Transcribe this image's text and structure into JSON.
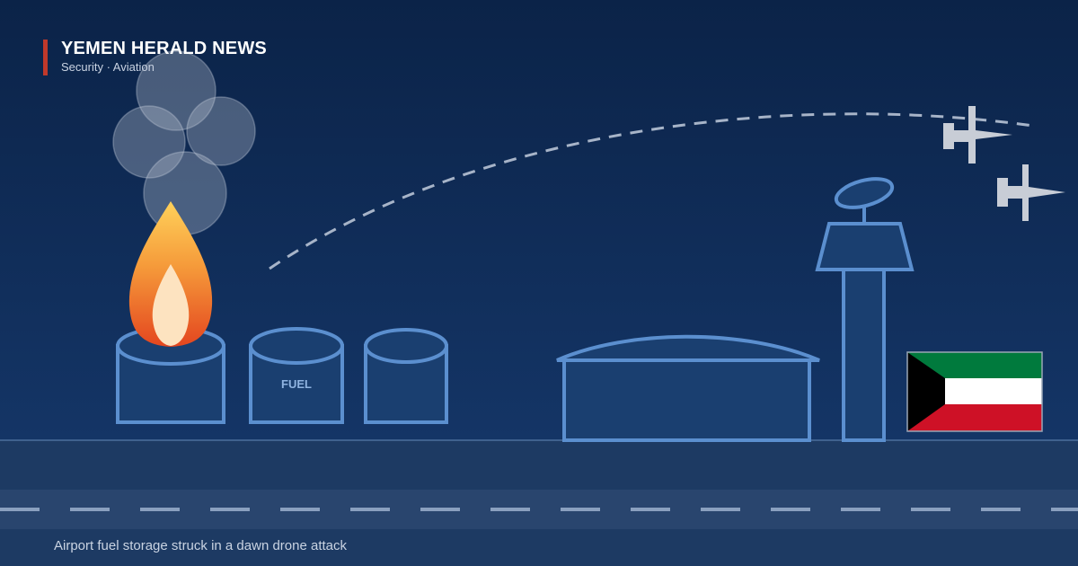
{
  "brand": {
    "title": "YEMEN HERALD NEWS",
    "subtitle": "Security · Aviation"
  },
  "scene": {
    "tank_label": "FUEL",
    "icons": [
      "smoke-icon",
      "flame-icon",
      "fuel-tank-icon",
      "hangar-icon",
      "control-tower-icon",
      "drone-icon",
      "kuwait-flag-icon",
      "runway-icon"
    ]
  },
  "caption": "Airport fuel storage struck in a dawn drone attack",
  "colors": {
    "sky_top": "#0b2348",
    "sky_bottom": "#123160",
    "outline": "#5b8fcf",
    "structure_fill": "#1a3f70",
    "accent_bar": "#c0392b",
    "flame_outer": "#e8502a",
    "flame_mid": "#f7b03c",
    "flame_inner": "#fde3c0",
    "drone": "#c8cdd6",
    "flag_green": "#007a3d",
    "flag_red": "#ce1126",
    "flag_black": "#000000",
    "flag_white": "#ffffff"
  }
}
